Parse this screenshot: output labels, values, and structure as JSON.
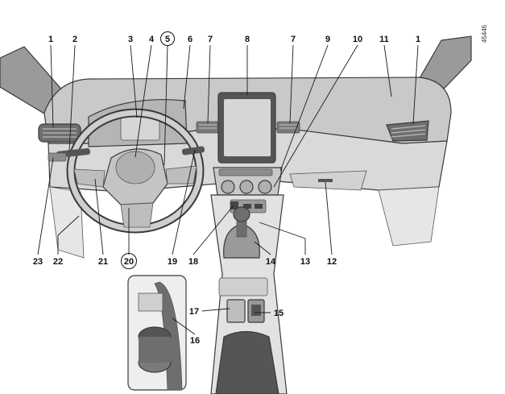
{
  "figure": {
    "reference_id": "45446",
    "callouts": {
      "c1_left": "1",
      "c2": "2",
      "c3": "3",
      "c4": "4",
      "c5": "5",
      "c6": "6",
      "c7_left": "7",
      "c8": "8",
      "c7_right": "7",
      "c9": "9",
      "c10": "10",
      "c11": "11",
      "c1_right": "1",
      "c23": "23",
      "c22": "22",
      "c21": "21",
      "c20": "20",
      "c19": "19",
      "c18": "18",
      "c14": "14",
      "c13": "13",
      "c12": "12",
      "c17": "17",
      "c15": "15",
      "c16": "16"
    },
    "colors": {
      "panel": "#c9c9c9",
      "panel_light": "#dcdcdc",
      "panel_dark": "#8d8d8d",
      "vent": "#6e6e6e",
      "screen": "#d6d6d6",
      "line": "#1a1a1a"
    }
  }
}
